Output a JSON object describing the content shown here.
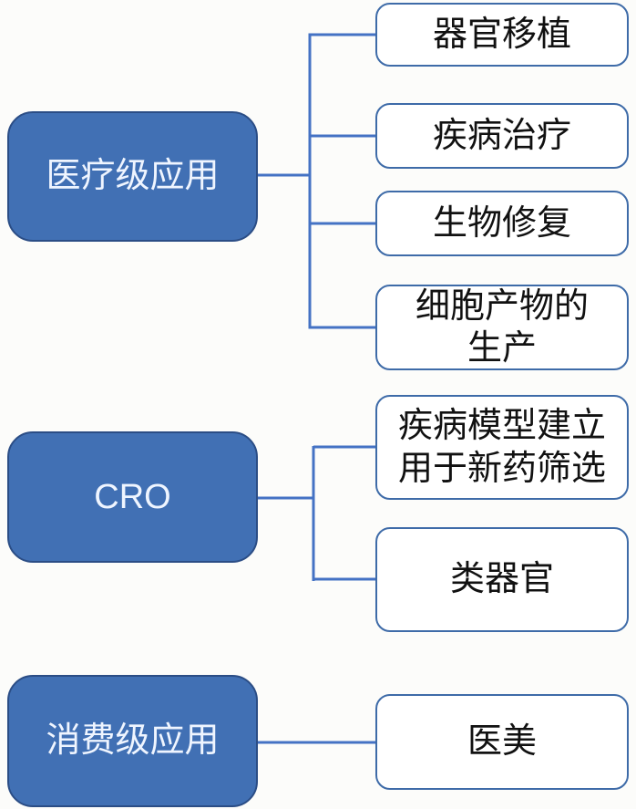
{
  "diagram": {
    "type": "tree",
    "background": "#fcfcfa",
    "colors": {
      "parent_fill": "#4170B4",
      "parent_border": "#2B4D85",
      "parent_text": "#EFF5FF",
      "child_fill": "#FFFFFF",
      "child_border": "#3E6BA8",
      "child_text": "#111111",
      "connector": "#4472C4"
    },
    "groups": [
      {
        "parent": {
          "label": "医疗级应用"
        },
        "children": [
          {
            "label": "器官移植"
          },
          {
            "label": "疾病治疗"
          },
          {
            "label": "生物修复"
          },
          {
            "label": "细胞产物的\n生产"
          }
        ]
      },
      {
        "parent": {
          "label": "CRO"
        },
        "children": [
          {
            "label": "疾病模型建立\n用于新药筛选"
          },
          {
            "label": "类器官"
          }
        ]
      },
      {
        "parent": {
          "label": "消费级应用"
        },
        "children": [
          {
            "label": "医美"
          }
        ]
      }
    ]
  }
}
